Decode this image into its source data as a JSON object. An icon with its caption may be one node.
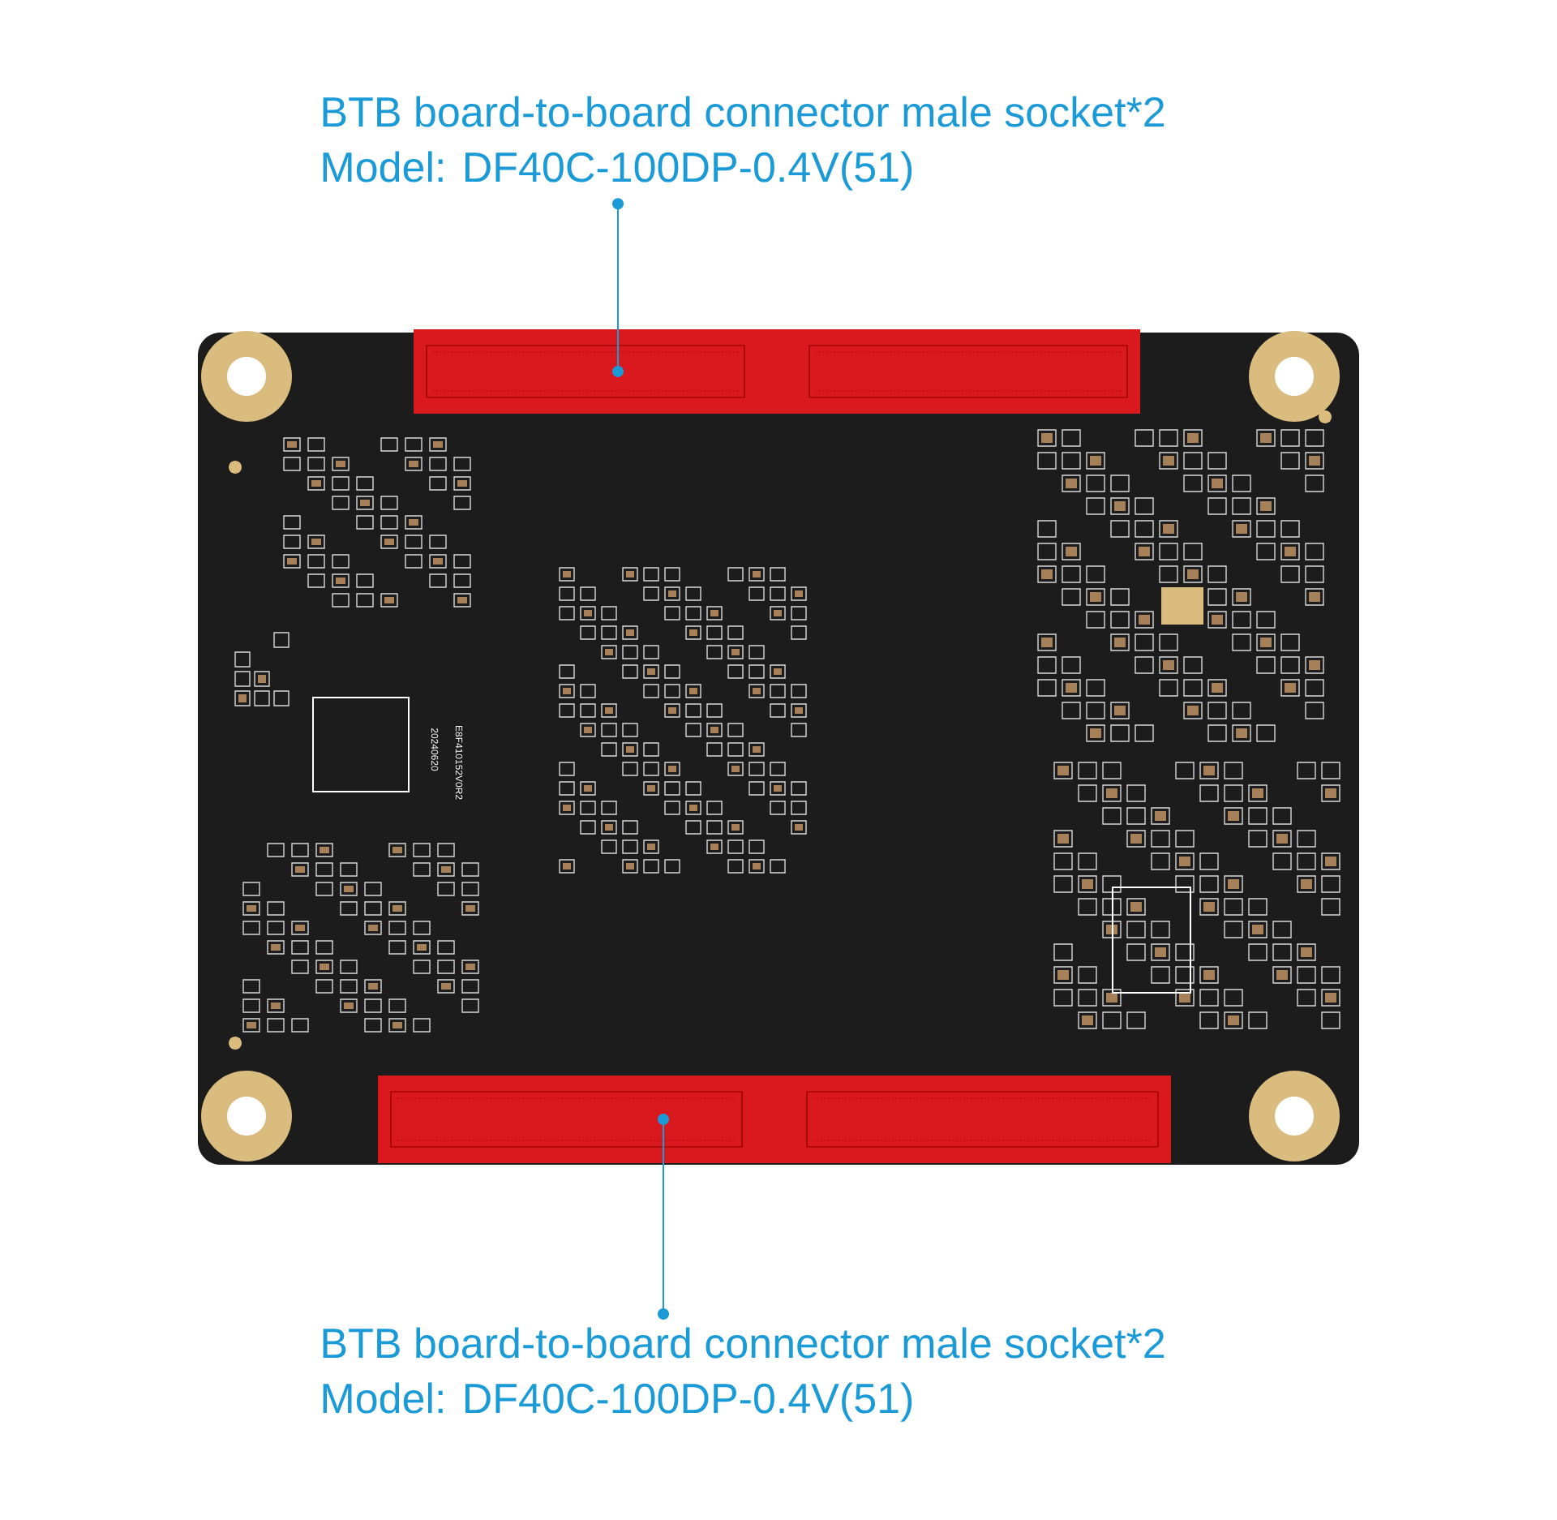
{
  "diagram": {
    "nodes": [
      {
        "text": [
          "BTB board-to-board connector male socket*2",
          "Model: DF40C-100DP-0.4V(51)"
        ]
      },
      {
        "text": [],
        "shape": "bar"
      },
      {
        "text": [],
        "shape": "bar"
      },
      {
        "text": [
          "BTB board-to-board connector male socket*2",
          "Model: DF40C-100DP-0.4V(51)"
        ]
      }
    ],
    "edges": [
      {
        "from": 0,
        "to": 1,
        "arrow": "other"
      },
      {
        "from": 3,
        "to": 2,
        "arrow": "other"
      }
    ],
    "labels": [
      "E8F410152V0R2",
      "20240620"
    ]
  }
}
